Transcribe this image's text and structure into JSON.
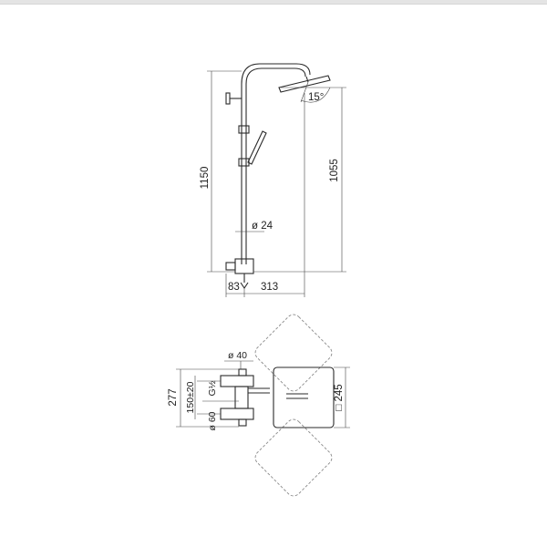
{
  "side_view": {
    "height_total": "1150",
    "height_head": "1055",
    "pipe_diameter": "ø 24",
    "offset_wall": "83",
    "arm_reach": "313",
    "head_tilt": "15°"
  },
  "top_view": {
    "width_total": "277",
    "inlet_spacing": "150±20",
    "outlet_diameter": "ø 40",
    "connection_thread": "G½",
    "flange_diameter": "ø 60",
    "head_size": "□ 245"
  }
}
